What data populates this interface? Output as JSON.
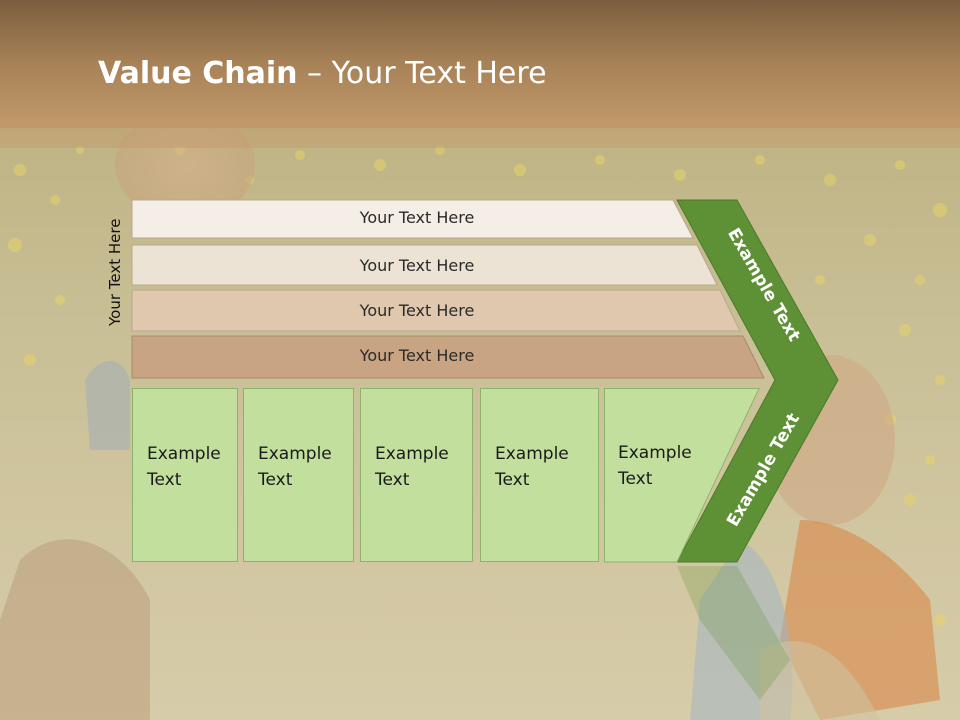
{
  "slide": {
    "title_bold": "Value Chain",
    "title_rest": " – Your Text Here",
    "vertical_label": "Your Text Here",
    "bars": [
      {
        "label": "Your Text Here",
        "fill": "#f4eee6"
      },
      {
        "label": "Your Text Here",
        "fill": "#ede3d4"
      },
      {
        "label": "Your Text Here",
        "fill": "#e0c8ae"
      },
      {
        "label": "Your Text Here",
        "fill": "#c9a482"
      }
    ],
    "boxes": [
      {
        "line1": "Example",
        "line2": "Text"
      },
      {
        "line1": "Example",
        "line2": "Text"
      },
      {
        "line1": "Example",
        "line2": "Text"
      },
      {
        "line1": "Example",
        "line2": "Text"
      },
      {
        "line1": "Example",
        "line2": "Text"
      }
    ],
    "chevron_top_label": "Example Text",
    "chevron_bottom_label": "Example Text",
    "colors": {
      "header_brown": "#a07a4e",
      "chevron_green": "#5e9135",
      "box_green": "#c3df9e"
    }
  }
}
